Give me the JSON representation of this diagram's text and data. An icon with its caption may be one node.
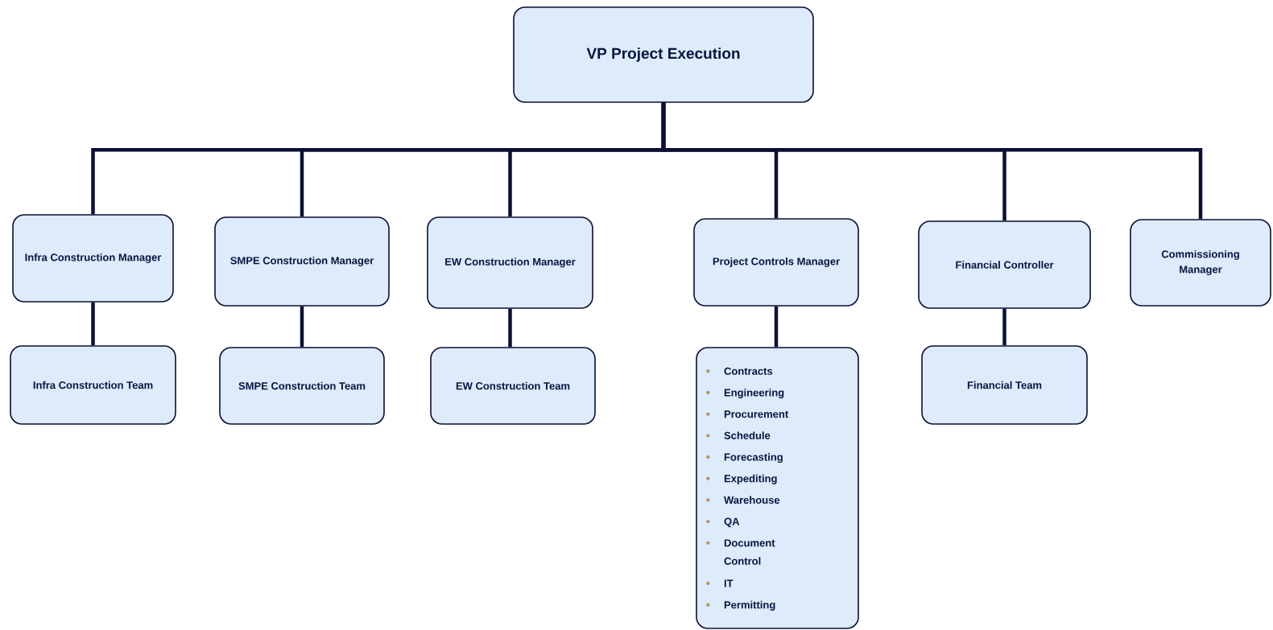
{
  "diagram": {
    "nodes": [
      {
        "text": [
          "VP Project Execution"
        ]
      },
      {
        "text": [
          "Infra Construction Manager"
        ]
      },
      {
        "text": [
          "SMPE Construction Manager"
        ]
      },
      {
        "text": [
          "EW Construction Manager"
        ]
      },
      {
        "text": [
          "Project Controls Manager"
        ]
      },
      {
        "text": [
          "Financial Controller"
        ]
      },
      {
        "text": [
          "Commissioning Manager"
        ]
      },
      {
        "text": [
          "Infra Construction Team"
        ]
      },
      {
        "text": [
          "SMPE Construction Team"
        ]
      },
      {
        "text": [
          "EW Construction Team"
        ]
      },
      {
        "text": [
          "Contracts",
          "Engineering",
          "Procurement",
          "Schedule",
          "Forecasting",
          "Expediting",
          "Warehouse",
          "QA",
          "Document Control",
          "IT",
          "Permitting"
        ]
      },
      {
        "text": [
          "Financial Team"
        ]
      }
    ],
    "edges": [
      {
        "from": 0,
        "to": 1,
        "arrow": "none"
      },
      {
        "from": 0,
        "to": 2,
        "arrow": "none"
      },
      {
        "from": 0,
        "to": 3,
        "arrow": "none"
      },
      {
        "from": 0,
        "to": 4,
        "arrow": "none"
      },
      {
        "from": 0,
        "to": 5,
        "arrow": "none"
      },
      {
        "from": 0,
        "to": 6,
        "arrow": "none"
      },
      {
        "from": 1,
        "to": 7,
        "arrow": "none"
      },
      {
        "from": 2,
        "to": 8,
        "arrow": "none"
      },
      {
        "from": 3,
        "to": 9,
        "arrow": "none"
      },
      {
        "from": 4,
        "to": 10,
        "arrow": "none"
      },
      {
        "from": 5,
        "to": 11,
        "arrow": "none"
      }
    ]
  }
}
